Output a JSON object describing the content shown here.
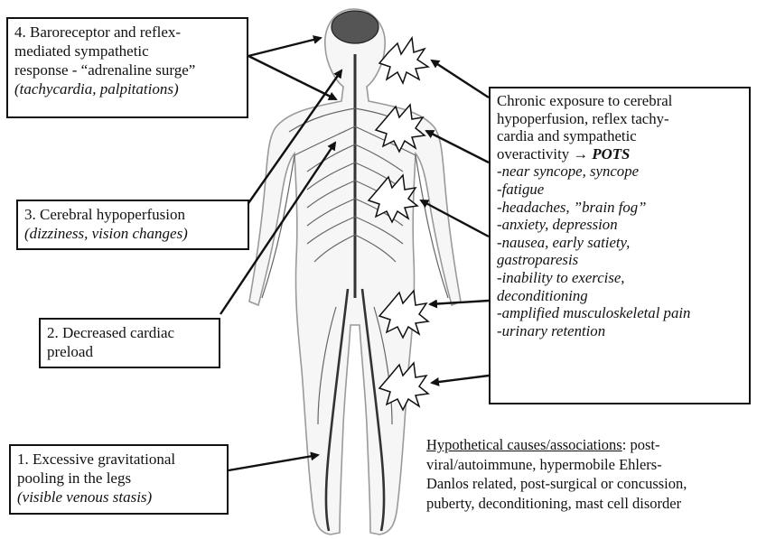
{
  "boxes": {
    "box4": {
      "line1": "4. Baroreceptor and reflex-",
      "line2": "mediated sympathetic",
      "line3": "response - “adrenaline surge”",
      "line4": "(tachycardia, palpitations)"
    },
    "box3": {
      "line1": "3. Cerebral hypoperfusion",
      "line2": "(dizziness, vision changes)"
    },
    "box2": {
      "line1": "2. Decreased cardiac",
      "line2": "preload"
    },
    "box1": {
      "line1": "1. Excessive gravitational",
      "line2": "pooling in the legs",
      "line3": "(visible venous stasis)"
    },
    "chronic": {
      "line1": "Chronic exposure to cerebral",
      "line2": "hypoperfusion, reflex tachy-",
      "line3": "cardia and sympathetic",
      "line4_prefix": "overactivity ",
      "arrow": "→",
      "pots": "POTS",
      "symptoms": [
        "-near syncope, syncope",
        "-fatigue",
        "-headaches, ”brain fog”",
        "-anxiety, depression",
        "-nausea, early satiety,",
        "gastroparesis",
        "-inability to exercise,",
        "deconditioning",
        "-amplified musculoskeletal pain",
        "-urinary retention"
      ]
    }
  },
  "hypothetical": {
    "label": "Hypothetical causes/associations",
    "line1_rest": ": post-",
    "line2": "viral/autoimmune, hypermobile Ehlers-",
    "line3": "Danlos related, post-surgical or concussion,",
    "line4": "puberty, deconditioning, mast cell disorder"
  }
}
